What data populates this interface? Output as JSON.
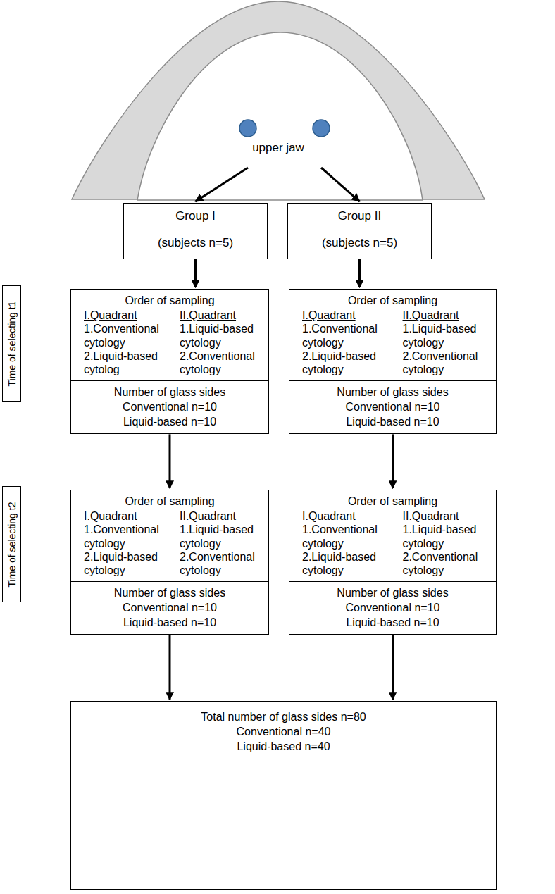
{
  "diagram": {
    "nodes": [
      {
        "text": [
          "upper jaw"
        ]
      },
      {
        "text": [
          "Group I",
          "(subjects n=5)"
        ]
      },
      {
        "text": [
          "Group II",
          "(subjects n=5)"
        ]
      },
      {
        "text": [
          "Time of selecting t1"
        ]
      },
      {
        "text": [
          "Order of sampling",
          "I.Quadrant",
          "1.Conventional cytology",
          "2.Liquid-based cytolog",
          "II.Quadrant",
          "1.Liquid-based cytology",
          "2.Conventional cytology"
        ]
      },
      {
        "text": [
          "Order of sampling",
          "I.Quadrant",
          "1.Conventional cytology",
          "2.Liquid-based cytology",
          "II.Quadrant",
          "1.Liquid-based cytology",
          "2.Conventional cytology"
        ]
      },
      {
        "text": [
          "Number of glass sides",
          "Conventional n=10",
          "Liquid-based n=10"
        ]
      },
      {
        "text": [
          "Number of glass sides",
          "Conventional n=10",
          "Liquid-based n=10"
        ]
      },
      {
        "text": [
          "Time of selecting t2"
        ]
      },
      {
        "text": [
          "Order of sampling",
          "I.Quadrant",
          "1.Conventional cytology",
          "2.Liquid-based cytology",
          "II.Quadrant",
          "1.Liquid-based cytology",
          "2.Conventional cytology"
        ]
      },
      {
        "text": [
          "Order of sampling",
          "I.Quadrant",
          "1.Conventional cytology",
          "2.Liquid-based cytology",
          "II.Quadrant",
          "1.Liquid-based cytology",
          "2.Conventional cytology"
        ]
      },
      {
        "text": [
          "Number of glass sides",
          "Conventional n=10",
          "Liquid-based n=10"
        ]
      },
      {
        "text": [
          "Number of glass sides",
          "Conventional n=10",
          "Liquid-based n=10"
        ]
      },
      {
        "text": [
          "Total number of glass sides n=80",
          "Conventional n=40",
          "Liquid-based n=40"
        ]
      }
    ],
    "edges": [
      {
        "from": 0,
        "to": 1,
        "arrow": "to"
      },
      {
        "from": 0,
        "to": 2,
        "arrow": "to"
      },
      {
        "from": 1,
        "to": 4,
        "arrow": "to"
      },
      {
        "from": 2,
        "to": 5,
        "arrow": "to"
      },
      {
        "from": 6,
        "to": 9,
        "arrow": "to"
      },
      {
        "from": 7,
        "to": 10,
        "arrow": "to"
      },
      {
        "from": 11,
        "to": 13,
        "arrow": "to"
      },
      {
        "from": 12,
        "to": 13,
        "arrow": "to"
      }
    ]
  }
}
